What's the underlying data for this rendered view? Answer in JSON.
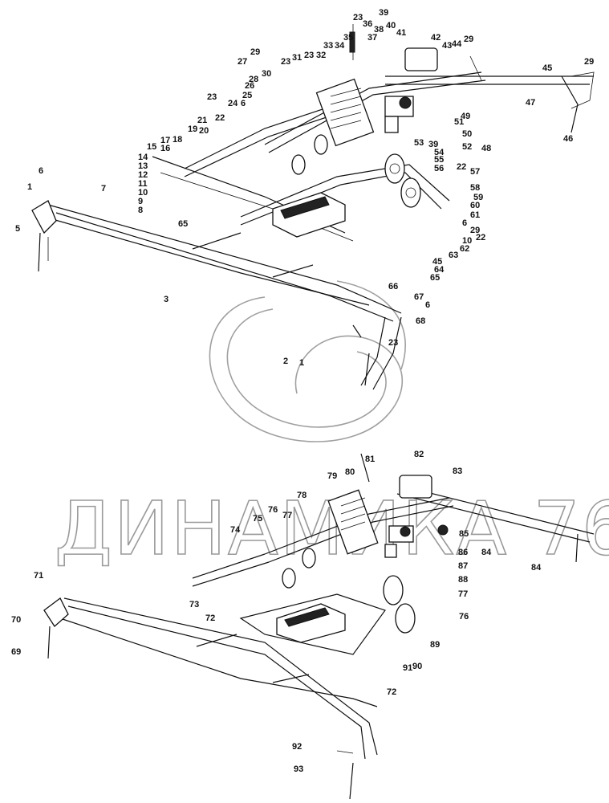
{
  "watermark": "ДИНАМИКА 76",
  "colors": {
    "line": "#111111",
    "watermark": "#9a9a9a",
    "background": "#ffffff"
  },
  "upper_callouts": [
    "23",
    "39",
    "36",
    "38",
    "40",
    "41",
    "37",
    "35",
    "33",
    "34",
    "42",
    "43",
    "44",
    "29",
    "45",
    "29",
    "47",
    "46",
    "23",
    "31",
    "23",
    "32",
    "29",
    "27",
    "28",
    "30",
    "26",
    "25",
    "23",
    "24",
    "6",
    "22",
    "21",
    "19",
    "20",
    "17",
    "18",
    "15",
    "16",
    "14",
    "13",
    "12",
    "11",
    "10",
    "9",
    "8",
    "65",
    "6",
    "1",
    "7",
    "5",
    "3",
    "51",
    "49",
    "50",
    "52",
    "48",
    "53",
    "39",
    "54",
    "55",
    "56",
    "22",
    "57",
    "58",
    "59",
    "60",
    "61",
    "6",
    "29",
    "22",
    "10",
    "62",
    "63",
    "45",
    "64",
    "65",
    "66",
    "67",
    "6",
    "68",
    "23",
    "2",
    "1"
  ],
  "lower_callouts": [
    "81",
    "82",
    "79",
    "80",
    "83",
    "78",
    "76",
    "77",
    "75",
    "74",
    "85",
    "86",
    "84",
    "84",
    "87",
    "88",
    "77",
    "71",
    "70",
    "69",
    "73",
    "72",
    "76",
    "89",
    "90",
    "91",
    "72",
    "92",
    "93"
  ]
}
